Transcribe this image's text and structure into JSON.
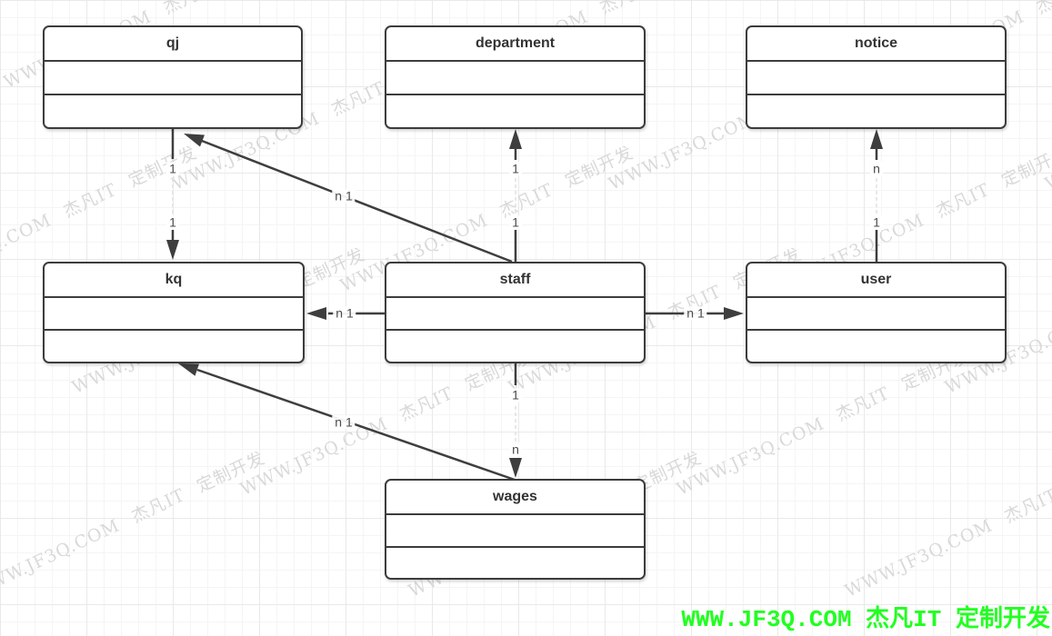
{
  "diagram": {
    "entities": [
      {
        "id": "qj",
        "title": "qj"
      },
      {
        "id": "department",
        "title": "department"
      },
      {
        "id": "notice",
        "title": "notice"
      },
      {
        "id": "kq",
        "title": "kq"
      },
      {
        "id": "staff",
        "title": "staff"
      },
      {
        "id": "user",
        "title": "user"
      },
      {
        "id": "wages",
        "title": "wages"
      }
    ],
    "connectors": [
      {
        "from": "qj",
        "to": "kq",
        "style": "vertical",
        "source_label": "1",
        "target_label": "1"
      },
      {
        "from": "staff",
        "to": "department",
        "style": "vertical",
        "source_label": "1",
        "target_label": "1"
      },
      {
        "from": "user",
        "to": "notice",
        "style": "vertical",
        "source_label": "1",
        "target_label": "n"
      },
      {
        "from": "staff",
        "to": "kq",
        "style": "horizontal",
        "label": "n 1"
      },
      {
        "from": "staff",
        "to": "user",
        "style": "horizontal",
        "label": "n 1"
      },
      {
        "from": "staff",
        "to": "qj",
        "style": "diagonal",
        "label": "n 1"
      },
      {
        "from": "staff",
        "to": "wages",
        "style": "vertical",
        "source_label": "1",
        "target_label": "n"
      },
      {
        "from": "wages",
        "to": "kq",
        "style": "diagonal",
        "label": "n 1"
      }
    ],
    "connector_labels": [
      {
        "text": "1"
      },
      {
        "text": "1"
      },
      {
        "text": "1"
      },
      {
        "text": "1"
      },
      {
        "text": "n"
      },
      {
        "text": "1"
      },
      {
        "text": "n 1"
      },
      {
        "text": "n 1"
      },
      {
        "text": "n 1"
      },
      {
        "text": "n 1"
      },
      {
        "text": "1"
      },
      {
        "text": "n"
      }
    ],
    "line_color": "#3e3e3e"
  },
  "watermark": {
    "text": "WWW.JF3Q.COM 杰凡IT 定制开发",
    "color": "#d9d9d9"
  },
  "footer": {
    "text": "WWW.JF3Q.COM 杰凡IT  定制开发",
    "color": "#21ff21"
  }
}
